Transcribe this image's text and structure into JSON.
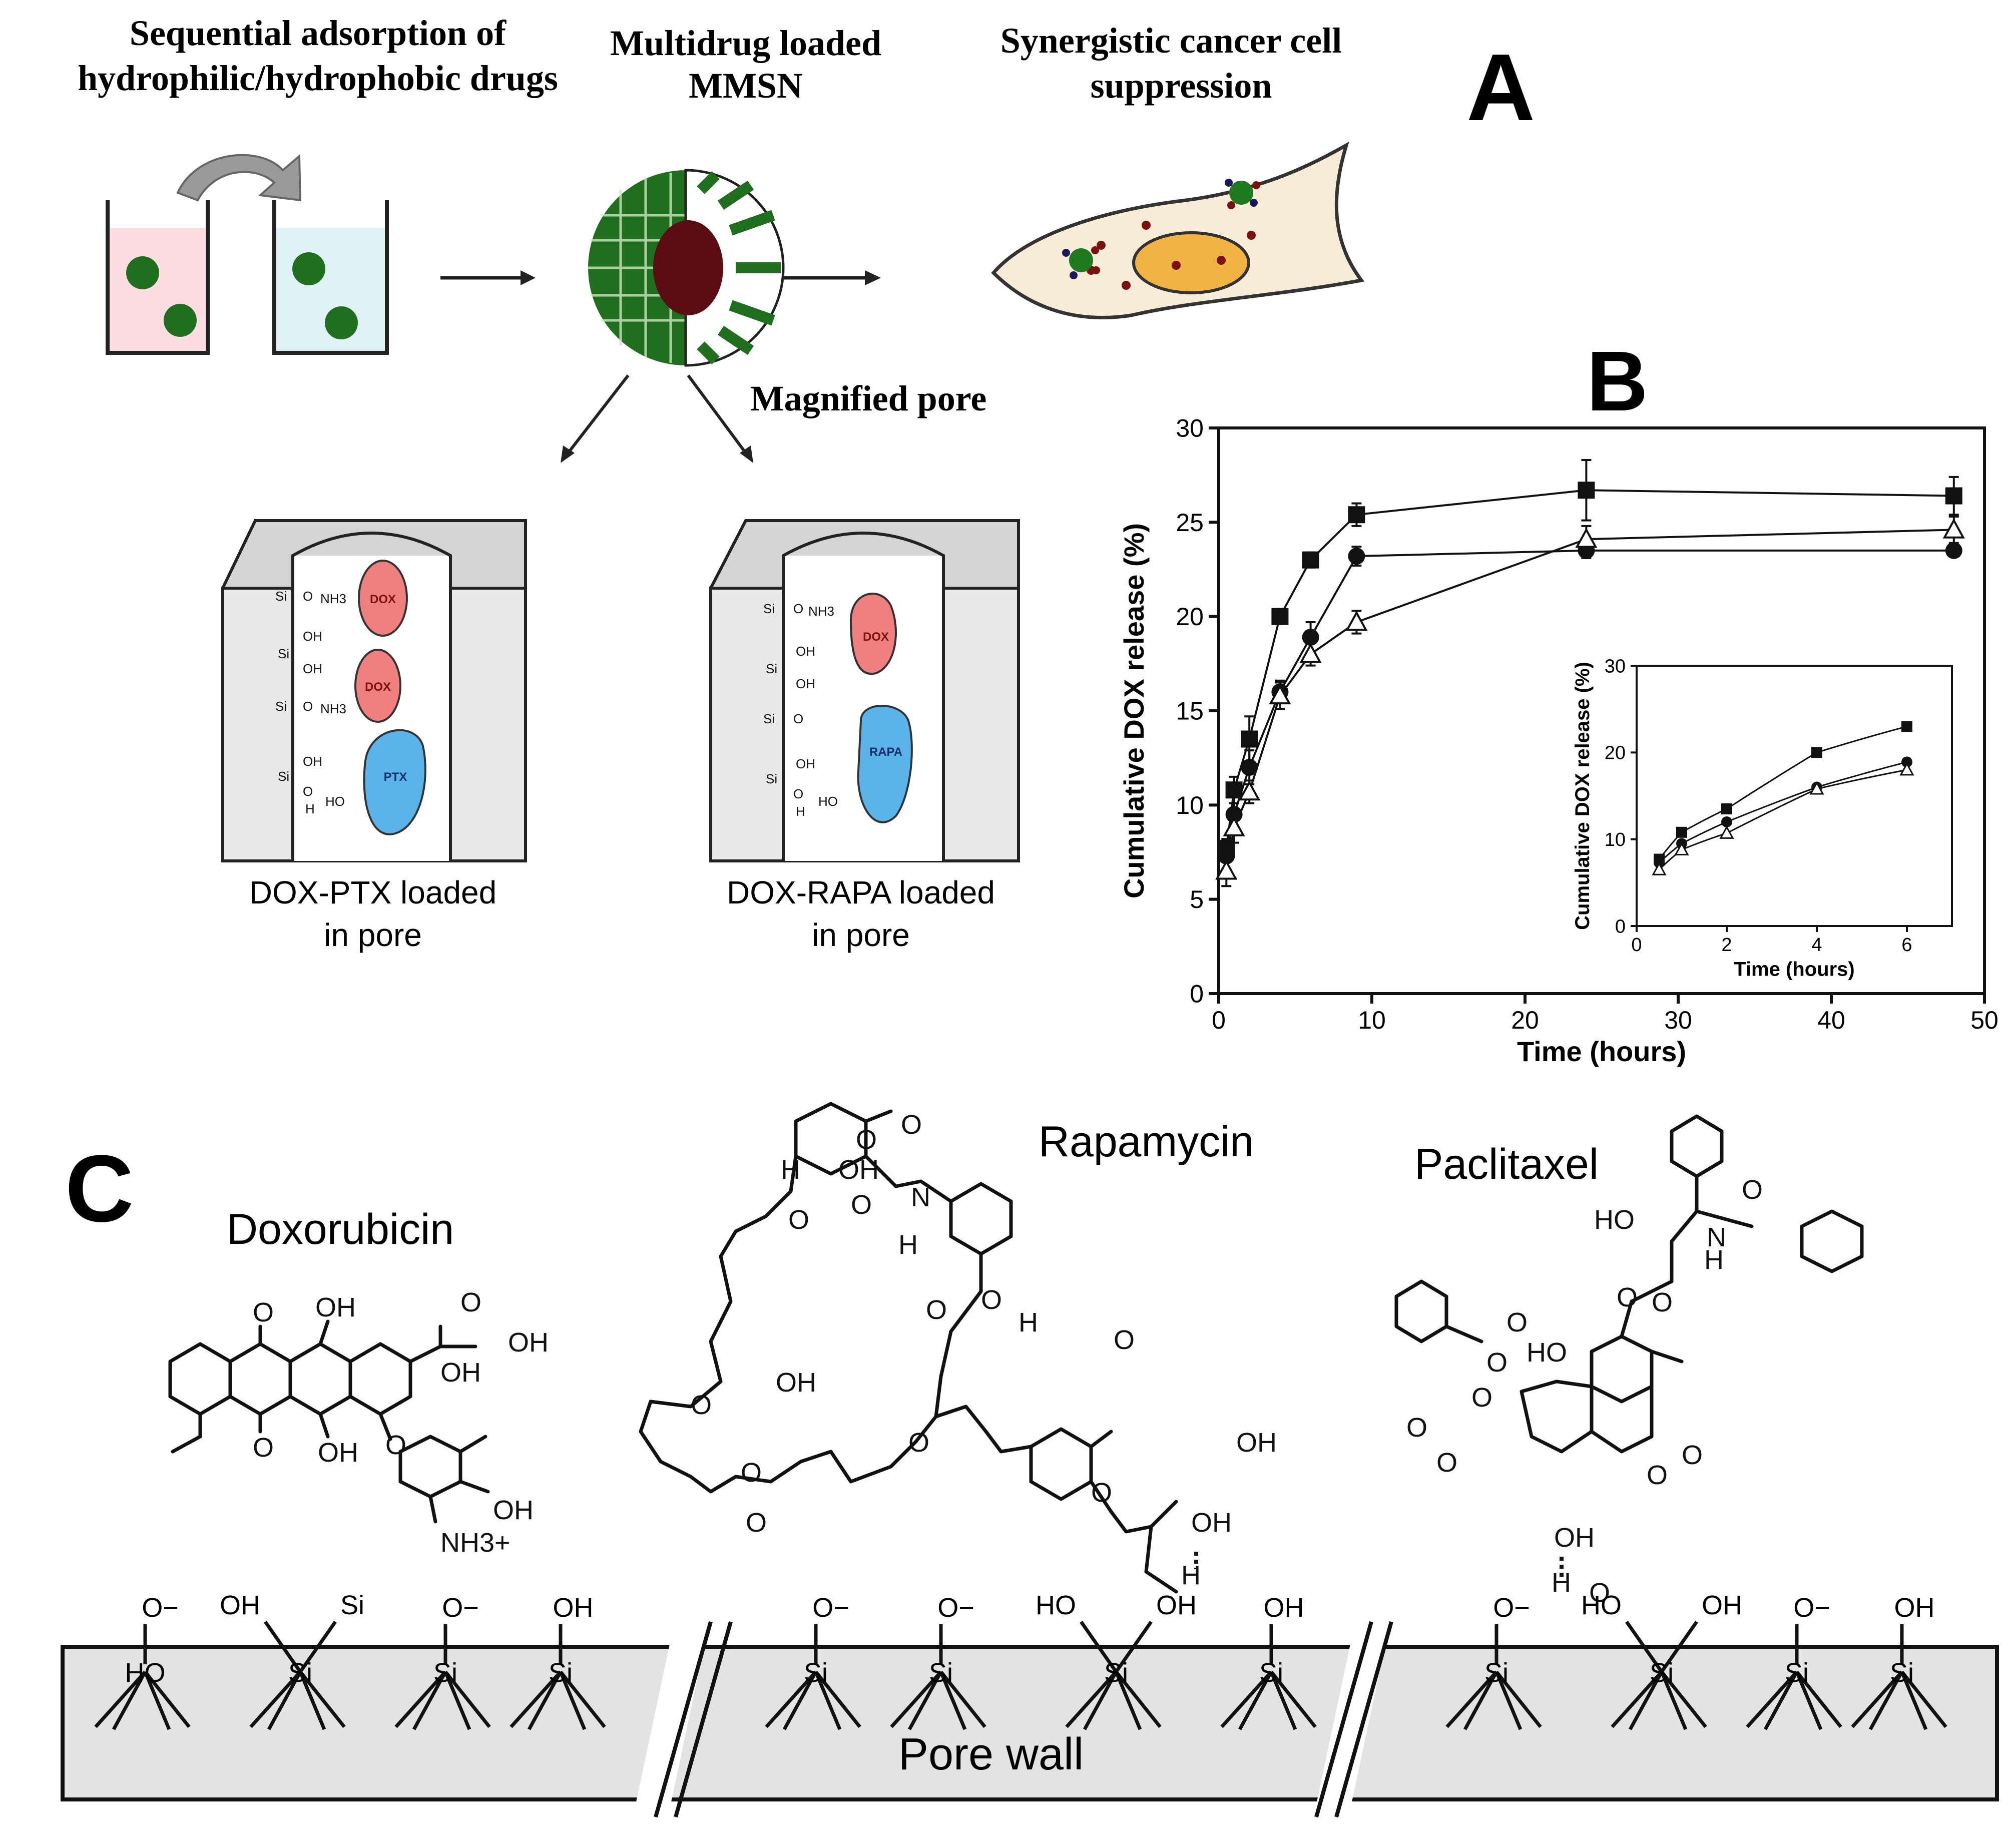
{
  "panel_labels": {
    "a": "A",
    "b": "B",
    "c": "C"
  },
  "panel_a": {
    "step1_title": [
      "Sequential adsorption of",
      "hydrophilic/hydrophobic drugs"
    ],
    "step2_title": [
      "Multidrug loaded",
      "MMSN"
    ],
    "step3_title": [
      "Synergistic cancer cell",
      "suppression"
    ],
    "magnified": "Magnified pore",
    "pore1": {
      "caption": [
        "DOX-PTX loaded",
        "in pore"
      ],
      "drugs": [
        "DOX",
        "DOX",
        "PTX"
      ],
      "wall_labels": [
        "Si",
        "O",
        "NH3",
        "OH",
        "Si",
        "OH",
        "Si",
        "O",
        "NH3",
        "OH",
        "Si",
        "O",
        "H",
        "HO"
      ]
    },
    "pore2": {
      "caption": [
        "DOX-RAPA loaded",
        "in pore"
      ],
      "drugs": [
        "DOX",
        "RAPA"
      ],
      "wall_labels": [
        "Si",
        "O",
        "NH3",
        "OH",
        "Si",
        "OH",
        "Si",
        "O",
        "OH",
        "Si",
        "O",
        "H",
        "HO"
      ]
    },
    "colors": {
      "dox": "#f08080",
      "ptx": "#5ab4ea",
      "particle": "#1f7a1f",
      "cell": "#f6ecd8",
      "nucleus": "#f2b244",
      "beaker_pink": "#fbdde2",
      "beaker_blue": "#dff3f7"
    }
  },
  "chart_data": [
    {
      "type": "line",
      "panel": "B",
      "xlabel": "Time (hours)",
      "ylabel": "Cumulative DOX release (%)",
      "xlim": [
        0,
        50
      ],
      "ylim": [
        0,
        30
      ],
      "xticks": [
        0,
        10,
        20,
        30,
        40,
        50
      ],
      "yticks": [
        0,
        5,
        10,
        15,
        20,
        25,
        30
      ],
      "series": [
        {
          "marker": "square",
          "x": [
            0.5,
            1,
            2,
            4,
            6,
            9,
            24,
            48
          ],
          "y": [
            7.7,
            10.8,
            13.5,
            20.0,
            23.0,
            25.4,
            26.7,
            26.4
          ],
          "err": [
            0.5,
            0.7,
            1.2,
            0.4,
            0.4,
            0.6,
            1.6,
            1.0
          ]
        },
        {
          "marker": "circle",
          "x": [
            0.5,
            1,
            2,
            4,
            6,
            9,
            24,
            48
          ],
          "y": [
            7.3,
            9.5,
            12.0,
            16.0,
            18.9,
            23.2,
            23.5,
            23.5
          ],
          "err": [
            0.7,
            1.0,
            0.9,
            0.6,
            0.8,
            0.5,
            0.4,
            0.3
          ]
        },
        {
          "marker": "triangle-open",
          "x": [
            0.5,
            1,
            2,
            4,
            6,
            9,
            24,
            48
          ],
          "y": [
            6.5,
            8.8,
            10.7,
            15.8,
            18.0,
            19.7,
            24.1,
            24.6
          ],
          "err": [
            0.8,
            0.8,
            0.6,
            0.7,
            0.6,
            0.6,
            0.7,
            0.7
          ]
        }
      ]
    },
    {
      "type": "line",
      "panel": "B-inset",
      "xlabel": "Time (hours)",
      "ylabel": "Cumulative DOX release (%)",
      "xlim": [
        0,
        7
      ],
      "ylim": [
        0,
        30
      ],
      "xticks": [
        0,
        2,
        4,
        6
      ],
      "yticks": [
        0,
        10,
        20,
        30
      ],
      "series": [
        {
          "marker": "square",
          "x": [
            0.5,
            1,
            2,
            4,
            6
          ],
          "y": [
            7.7,
            10.8,
            13.5,
            20.0,
            23.0
          ]
        },
        {
          "marker": "circle",
          "x": [
            0.5,
            1,
            2,
            4,
            6
          ],
          "y": [
            7.3,
            9.5,
            12.0,
            16.0,
            18.9
          ]
        },
        {
          "marker": "triangle-open",
          "x": [
            0.5,
            1,
            2,
            4,
            6
          ],
          "y": [
            6.5,
            8.8,
            10.7,
            15.8,
            18.0
          ]
        }
      ]
    }
  ],
  "panel_c": {
    "doxorubicin": "Doxorubicin",
    "rapamycin": "Rapamycin",
    "paclitaxel": "Paclitaxel",
    "pore_wall": "Pore wall",
    "surface_groups": [
      "O−",
      "HO",
      "OH",
      "Si",
      "Si",
      "O−",
      "Si",
      "OH",
      "Si",
      "O−",
      "Si",
      "O−",
      "Si",
      "HO",
      "OH",
      "Si",
      "OH",
      "Si",
      "O−",
      "Si",
      "HO",
      "OH",
      "Si",
      "O−",
      "Si",
      "OH",
      "Si"
    ],
    "dox_labels": [
      "O",
      "OH",
      "O",
      "OH",
      "OH",
      "O",
      "OH",
      "O",
      "OH",
      "NH3+"
    ],
    "rapa_labels": [
      "O",
      "OH",
      "H",
      "O",
      "O",
      "N",
      "H",
      "O",
      "O",
      "H",
      "O",
      "OH",
      "O",
      "O",
      "O",
      "O",
      "O",
      "O",
      "OH",
      "OH",
      "H"
    ],
    "ptx_labels": [
      "O",
      "HO",
      "N",
      "H",
      "O",
      "O",
      "O",
      "HO",
      "O",
      "O",
      "O",
      "O",
      "O",
      "O",
      "OH",
      "H",
      "O"
    ]
  }
}
